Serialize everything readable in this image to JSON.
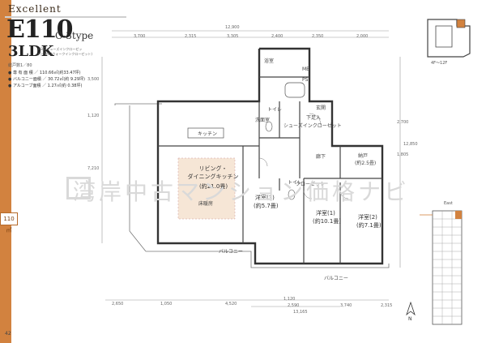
{
  "header": {
    "series": "Excellent",
    "type_code": "E110",
    "type_suffix": "C-3type",
    "layout": "3LDK",
    "layout_note": "+SIC(シューズインクローゼット)+WIC(ウォークインクローゼット)",
    "units": "総戸数1／80",
    "specs": [
      "● 専 有 面 積 ／ 110.66㎡(約33.47坪)",
      "● バルコニー面積 ／ 30.72㎡(約 9.29坪)",
      "● アルコーブ面積 ／ 1.27㎡(約 0.38坪)"
    ]
  },
  "sidebar": {
    "tab_label": "110㎡",
    "page_number": "42"
  },
  "dimensions": {
    "top_total": "12,900",
    "top": [
      "3,700",
      "2,315",
      "3,305",
      "2,400",
      "2,350",
      "2,000"
    ],
    "bottom": [
      "2,650",
      "1,050",
      "4,520",
      "2,590",
      "3,740",
      "2,315"
    ],
    "bottom_total": "13,165",
    "bottom_mid": "1,120",
    "left": [
      "3,500",
      "1,120",
      "7,210"
    ],
    "right": [
      "2,700",
      "1,805",
      "12,850"
    ]
  },
  "rooms": {
    "bath": "浴室",
    "mb": "MB",
    "ps": "PS",
    "washroom": "洗面室",
    "toilet1": "トイレ",
    "toilet2": "トイレ",
    "entrance_storage": "下足入",
    "shoe_closet": "シューズインクローゼット",
    "entrance": "玄関",
    "hall": "廊下",
    "storage": "納戸",
    "storage_size": "(約2.5畳)",
    "kitchen_counter": "キッチン",
    "living": "リビング・\nダイニングキッチン",
    "living_size": "(約21.0畳)",
    "western3": "洋室(3)",
    "western3_size": "(約5.7畳)",
    "western1": "洋室(1)",
    "western1_size": "(約10.1畳)",
    "western2": "洋室(2)",
    "western2_size": "(約7.1畳)",
    "closet": "クローゼット",
    "balcony_left": "バルコニー",
    "balcony_right": "バルコニー",
    "floor_heating": "床暖房"
  },
  "watermark": "湾岸中古マンション価格ナビ",
  "keyplan": {
    "floor_range": "4F〜12F",
    "elevation_label": "East"
  },
  "compass": {
    "north": "N"
  }
}
